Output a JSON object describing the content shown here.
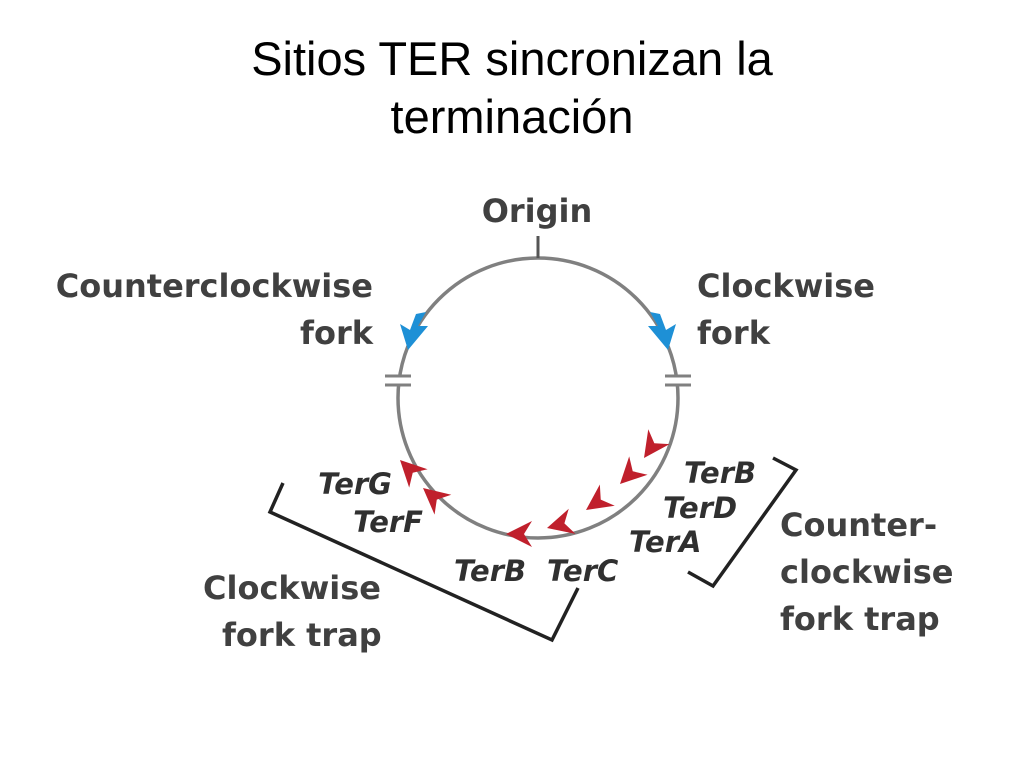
{
  "title": {
    "line1": "Sitios TER sincronizan la",
    "line2": "terminación"
  },
  "diagram": {
    "origin_label": "Origin",
    "ccw_fork_label": {
      "line1": "Counterclockwise",
      "line2": "fork"
    },
    "cw_fork_label": {
      "line1": "Clockwise",
      "line2": "fork"
    },
    "cw_trap_label": {
      "line1": "Clockwise",
      "line2": "fork trap"
    },
    "ccw_trap_label": {
      "line1": "Counter-",
      "line2": "clockwise",
      "line3": "fork trap"
    },
    "ter_sites_left": [
      "TerG",
      "TerF"
    ],
    "ter_sites_bottom": [
      "TerB",
      "TerC"
    ],
    "ter_sites_right": [
      "TerB",
      "TerD",
      "TerA"
    ],
    "colors": {
      "chromosome": "#808080",
      "fork_arrow": "#1e90d6",
      "ter_arrow": "#c0202c",
      "bracket": "#222222",
      "text": "#404040"
    },
    "icons": [
      "fork-arrow-icon",
      "ter-site-arrow-icon"
    ]
  }
}
